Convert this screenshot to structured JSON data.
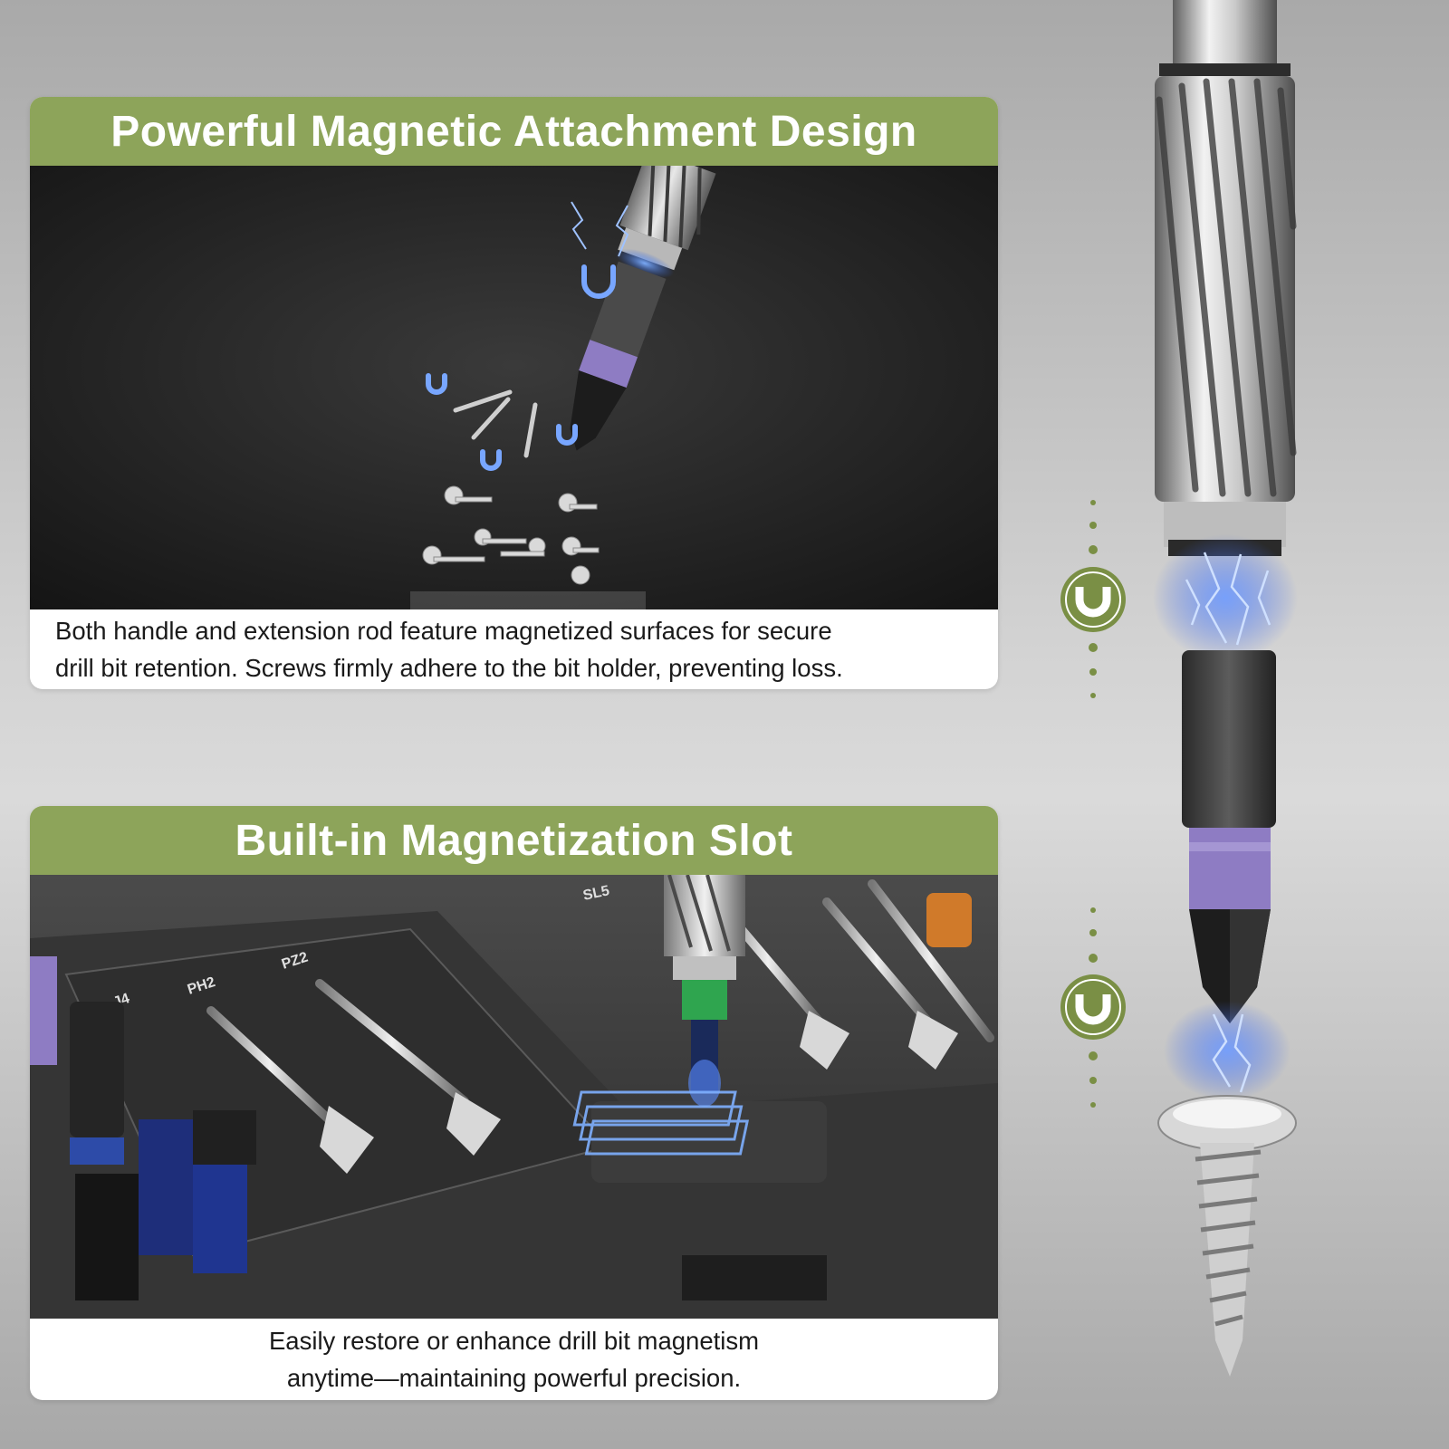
{
  "colors": {
    "header_green": "#8da45a",
    "icon_green": "#7a8f45",
    "glow_blue": "#5a8cff",
    "band_purple": "#8e7cc3",
    "band_green": "#2fa54f"
  },
  "section_magnetic": {
    "title": "Powerful Magnetic Attachment Design",
    "caption_lines": [
      "Both handle and extension rod feature magnetized surfaces for secure",
      "drill bit retention. Screws firmly adhere to the bit holder, preventing loss."
    ]
  },
  "section_slot": {
    "title": "Built-in Magnetization Slot",
    "caption_lines": [
      "Easily restore or enhance drill bit magnetism",
      "anytime—maintaining powerful precision."
    ],
    "tray_labels": [
      "SL5",
      "PH2",
      "PZ2",
      "J4"
    ]
  },
  "icons": {
    "magnet": "magnet-icon",
    "screw": "screw-icon",
    "lightning": "lightning-icon"
  }
}
